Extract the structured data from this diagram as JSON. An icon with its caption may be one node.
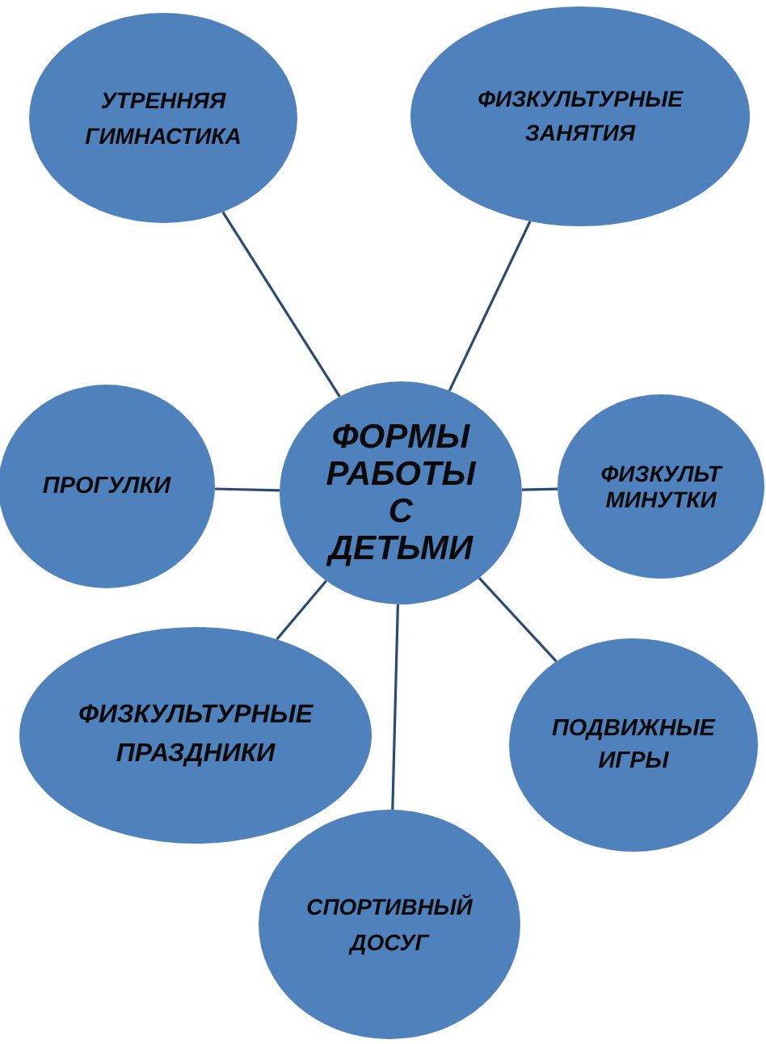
{
  "diagram": {
    "nodes": [
      {
        "text": [
          "УТРЕННЯЯ ГИМНАСТИКА"
        ]
      },
      {
        "text": [
          "ФИЗКУЛЬТУРНЫЕ ЗАНЯТИЯ"
        ]
      },
      {
        "text": [
          "ПРОГУЛКИ"
        ]
      },
      {
        "text": [
          "ФОРМЫ РАБОТЫ С ДЕТЬМИ"
        ]
      },
      {
        "text": [
          "ФИЗКУЛЬТ МИНУТКИ"
        ]
      },
      {
        "text": [
          "ФИЗКУЛЬТУРНЫЕ ПРАЗДНИКИ"
        ]
      },
      {
        "text": [
          "ПОДВИЖНЫЕ ИГРЫ"
        ]
      },
      {
        "text": [
          "СПОРТИВНЫЙ ДОСУГ"
        ]
      }
    ],
    "edges": [
      {
        "from": 3,
        "to": 0,
        "arrow": "none"
      },
      {
        "from": 3,
        "to": 1,
        "arrow": "none"
      },
      {
        "from": 3,
        "to": 2,
        "arrow": "none"
      },
      {
        "from": 3,
        "to": 4,
        "arrow": "none"
      },
      {
        "from": 3,
        "to": 5,
        "arrow": "none"
      },
      {
        "from": 3,
        "to": 6,
        "arrow": "none"
      },
      {
        "from": 3,
        "to": 7,
        "arrow": "none"
      }
    ]
  }
}
